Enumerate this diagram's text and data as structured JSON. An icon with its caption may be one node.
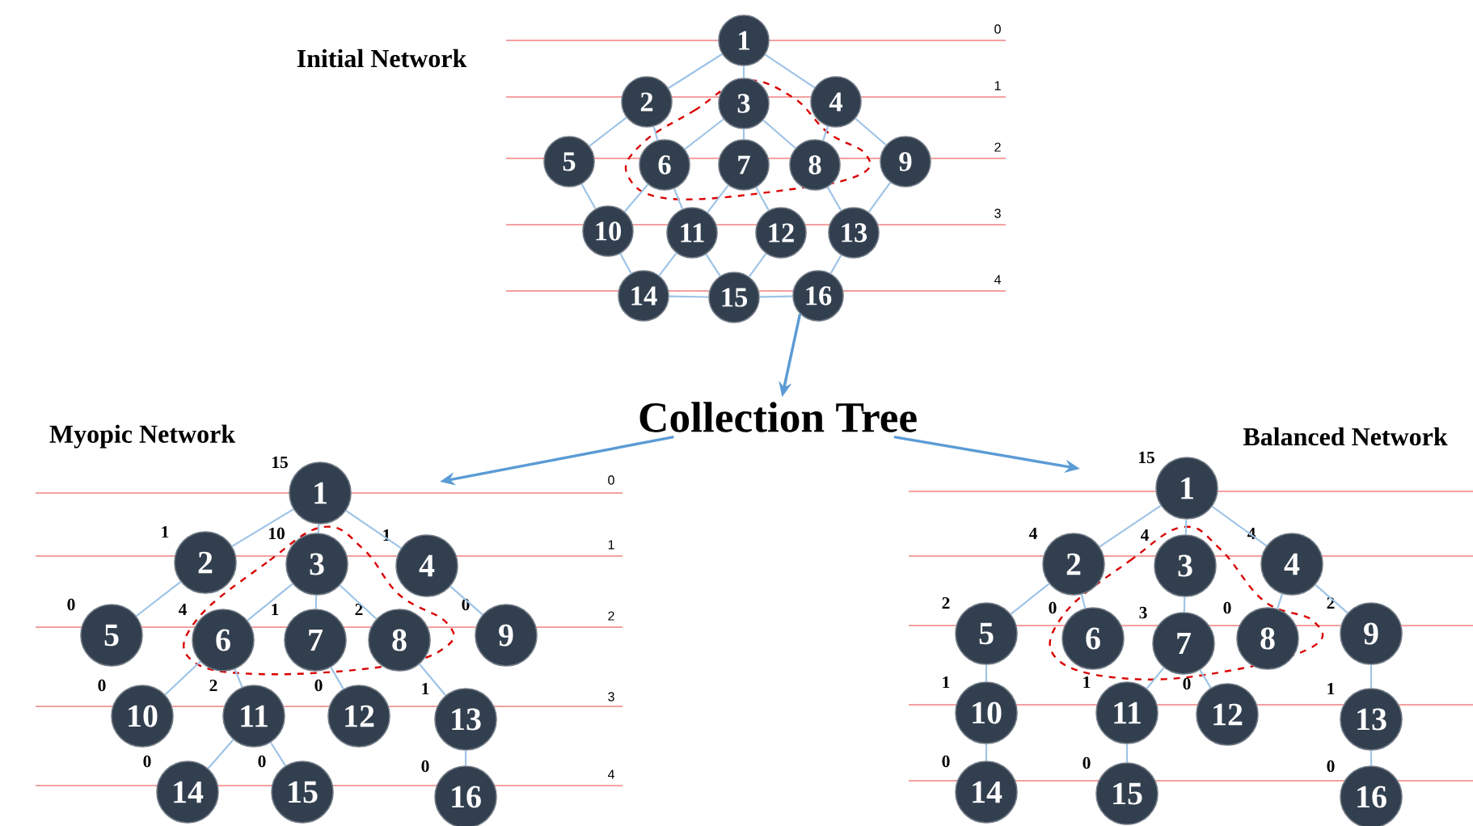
{
  "diagram": {
    "nodes": [
      {
        "text": [
          "1"
        ]
      },
      {
        "text": [
          "2"
        ]
      },
      {
        "text": [
          "3"
        ]
      },
      {
        "text": [
          "4"
        ]
      },
      {
        "text": [
          "5"
        ]
      },
      {
        "text": [
          "6"
        ]
      },
      {
        "text": [
          "7"
        ]
      },
      {
        "text": [
          "8"
        ]
      },
      {
        "text": [
          "9"
        ]
      },
      {
        "text": [
          "10"
        ]
      },
      {
        "text": [
          "11"
        ]
      },
      {
        "text": [
          "12"
        ]
      },
      {
        "text": [
          "13"
        ]
      },
      {
        "text": [
          "14"
        ]
      },
      {
        "text": [
          "15"
        ]
      },
      {
        "text": [
          "16"
        ]
      },
      {
        "text": [
          "1"
        ],
        "beside": [
          "15"
        ]
      },
      {
        "text": [
          "2"
        ],
        "beside": [
          "1"
        ]
      },
      {
        "text": [
          "3"
        ],
        "beside": [
          "10"
        ]
      },
      {
        "text": [
          "4"
        ],
        "beside": [
          "1"
        ]
      },
      {
        "text": [
          "5"
        ],
        "beside": [
          "0"
        ]
      },
      {
        "text": [
          "6"
        ],
        "beside": [
          "4"
        ]
      },
      {
        "text": [
          "7"
        ],
        "beside": [
          "1"
        ]
      },
      {
        "text": [
          "8"
        ],
        "beside": [
          "2"
        ]
      },
      {
        "text": [
          "9"
        ],
        "beside": [
          "0"
        ]
      },
      {
        "text": [
          "10"
        ],
        "beside": [
          "0"
        ]
      },
      {
        "text": [
          "11"
        ],
        "beside": [
          "2"
        ]
      },
      {
        "text": [
          "12"
        ],
        "beside": [
          "0"
        ]
      },
      {
        "text": [
          "13"
        ],
        "beside": [
          "1"
        ]
      },
      {
        "text": [
          "14"
        ],
        "beside": [
          "0"
        ]
      },
      {
        "text": [
          "15"
        ],
        "beside": [
          "0"
        ]
      },
      {
        "text": [
          "16"
        ],
        "beside": [
          "0"
        ]
      },
      {
        "text": [
          "1"
        ],
        "beside": [
          "15"
        ]
      },
      {
        "text": [
          "2"
        ],
        "beside": [
          "4"
        ]
      },
      {
        "text": [
          "3"
        ],
        "beside": [
          "4"
        ]
      },
      {
        "text": [
          "4"
        ],
        "beside": [
          "4"
        ]
      },
      {
        "text": [
          "5"
        ],
        "beside": [
          "2"
        ]
      },
      {
        "text": [
          "6"
        ],
        "beside": [
          "0"
        ]
      },
      {
        "text": [
          "7"
        ],
        "beside": [
          "3"
        ]
      },
      {
        "text": [
          "8"
        ],
        "beside": [
          "0"
        ]
      },
      {
        "text": [
          "9"
        ],
        "beside": [
          "2"
        ]
      },
      {
        "text": [
          "10"
        ],
        "beside": [
          "1"
        ]
      },
      {
        "text": [
          "11"
        ],
        "beside": [
          "1"
        ]
      },
      {
        "text": [
          "12"
        ],
        "beside": [
          "0"
        ]
      },
      {
        "text": [
          "13"
        ],
        "beside": [
          "1"
        ]
      },
      {
        "text": [
          "14"
        ],
        "beside": [
          "0"
        ]
      },
      {
        "text": [
          "15"
        ],
        "beside": [
          "0"
        ]
      },
      {
        "text": [
          "16"
        ],
        "beside": [
          "0"
        ]
      },
      {
        "text": [
          "Collection Tree"
        ]
      }
    ],
    "edges": [
      {
        "from": 0,
        "to": 1,
        "arrow": "none"
      },
      {
        "from": 0,
        "to": 2,
        "arrow": "none"
      },
      {
        "from": 0,
        "to": 3,
        "arrow": "none"
      },
      {
        "from": 1,
        "to": 4,
        "arrow": "none"
      },
      {
        "from": 1,
        "to": 5,
        "arrow": "none"
      },
      {
        "from": 2,
        "to": 5,
        "arrow": "none"
      },
      {
        "from": 2,
        "to": 6,
        "arrow": "none"
      },
      {
        "from": 2,
        "to": 7,
        "arrow": "none"
      },
      {
        "from": 3,
        "to": 7,
        "arrow": "none"
      },
      {
        "from": 3,
        "to": 8,
        "arrow": "none"
      },
      {
        "from": 4,
        "to": 9,
        "arrow": "none"
      },
      {
        "from": 5,
        "to": 9,
        "arrow": "none"
      },
      {
        "from": 5,
        "to": 10,
        "arrow": "none"
      },
      {
        "from": 6,
        "to": 10,
        "arrow": "none"
      },
      {
        "from": 6,
        "to": 11,
        "arrow": "none"
      },
      {
        "from": 7,
        "to": 12,
        "arrow": "none"
      },
      {
        "from": 8,
        "to": 12,
        "arrow": "none"
      },
      {
        "from": 9,
        "to": 13,
        "arrow": "none"
      },
      {
        "from": 10,
        "to": 13,
        "arrow": "none"
      },
      {
        "from": 10,
        "to": 14,
        "arrow": "none"
      },
      {
        "from": 11,
        "to": 14,
        "arrow": "none"
      },
      {
        "from": 12,
        "to": 15,
        "arrow": "none"
      },
      {
        "from": 13,
        "to": 14,
        "arrow": "none"
      },
      {
        "from": 14,
        "to": 15,
        "arrow": "none"
      },
      {
        "from": 16,
        "to": 17,
        "arrow": "none"
      },
      {
        "from": 16,
        "to": 18,
        "arrow": "none"
      },
      {
        "from": 16,
        "to": 19,
        "arrow": "none"
      },
      {
        "from": 17,
        "to": 20,
        "arrow": "none"
      },
      {
        "from": 18,
        "to": 21,
        "arrow": "none"
      },
      {
        "from": 18,
        "to": 22,
        "arrow": "none"
      },
      {
        "from": 18,
        "to": 23,
        "arrow": "none"
      },
      {
        "from": 19,
        "to": 24,
        "arrow": "none"
      },
      {
        "from": 21,
        "to": 25,
        "arrow": "none"
      },
      {
        "from": 21,
        "to": 26,
        "arrow": "none"
      },
      {
        "from": 22,
        "to": 27,
        "arrow": "none"
      },
      {
        "from": 23,
        "to": 28,
        "arrow": "none"
      },
      {
        "from": 26,
        "to": 29,
        "arrow": "none"
      },
      {
        "from": 26,
        "to": 30,
        "arrow": "none"
      },
      {
        "from": 28,
        "to": 31,
        "arrow": "none"
      },
      {
        "from": 32,
        "to": 33,
        "arrow": "none"
      },
      {
        "from": 32,
        "to": 34,
        "arrow": "none"
      },
      {
        "from": 32,
        "to": 35,
        "arrow": "none"
      },
      {
        "from": 33,
        "to": 36,
        "arrow": "none"
      },
      {
        "from": 33,
        "to": 37,
        "arrow": "none"
      },
      {
        "from": 34,
        "to": 38,
        "arrow": "none"
      },
      {
        "from": 35,
        "to": 39,
        "arrow": "none"
      },
      {
        "from": 35,
        "to": 40,
        "arrow": "none"
      },
      {
        "from": 36,
        "to": 41,
        "arrow": "none"
      },
      {
        "from": 38,
        "to": 42,
        "arrow": "none"
      },
      {
        "from": 38,
        "to": 43,
        "arrow": "none"
      },
      {
        "from": 40,
        "to": 44,
        "arrow": "none"
      },
      {
        "from": 41,
        "to": 45,
        "arrow": "none"
      },
      {
        "from": 42,
        "to": 46,
        "arrow": "none"
      },
      {
        "from": 44,
        "to": 47,
        "arrow": "none"
      },
      {
        "from": 15,
        "to": 48,
        "arrow": "to",
        "color": "#5b9bd5"
      },
      {
        "from": 48,
        "to": null,
        "arrow": "to",
        "color": "#5b9bd5"
      },
      {
        "from": 48,
        "to": null,
        "arrow": "to",
        "color": "#5b9bd5"
      }
    ],
    "labels": [
      "Initial Network",
      "0",
      "1",
      "2",
      "3",
      "4",
      "Myopic Network",
      "0",
      "1",
      "2",
      "3",
      "4",
      "Balanced Network"
    ]
  }
}
